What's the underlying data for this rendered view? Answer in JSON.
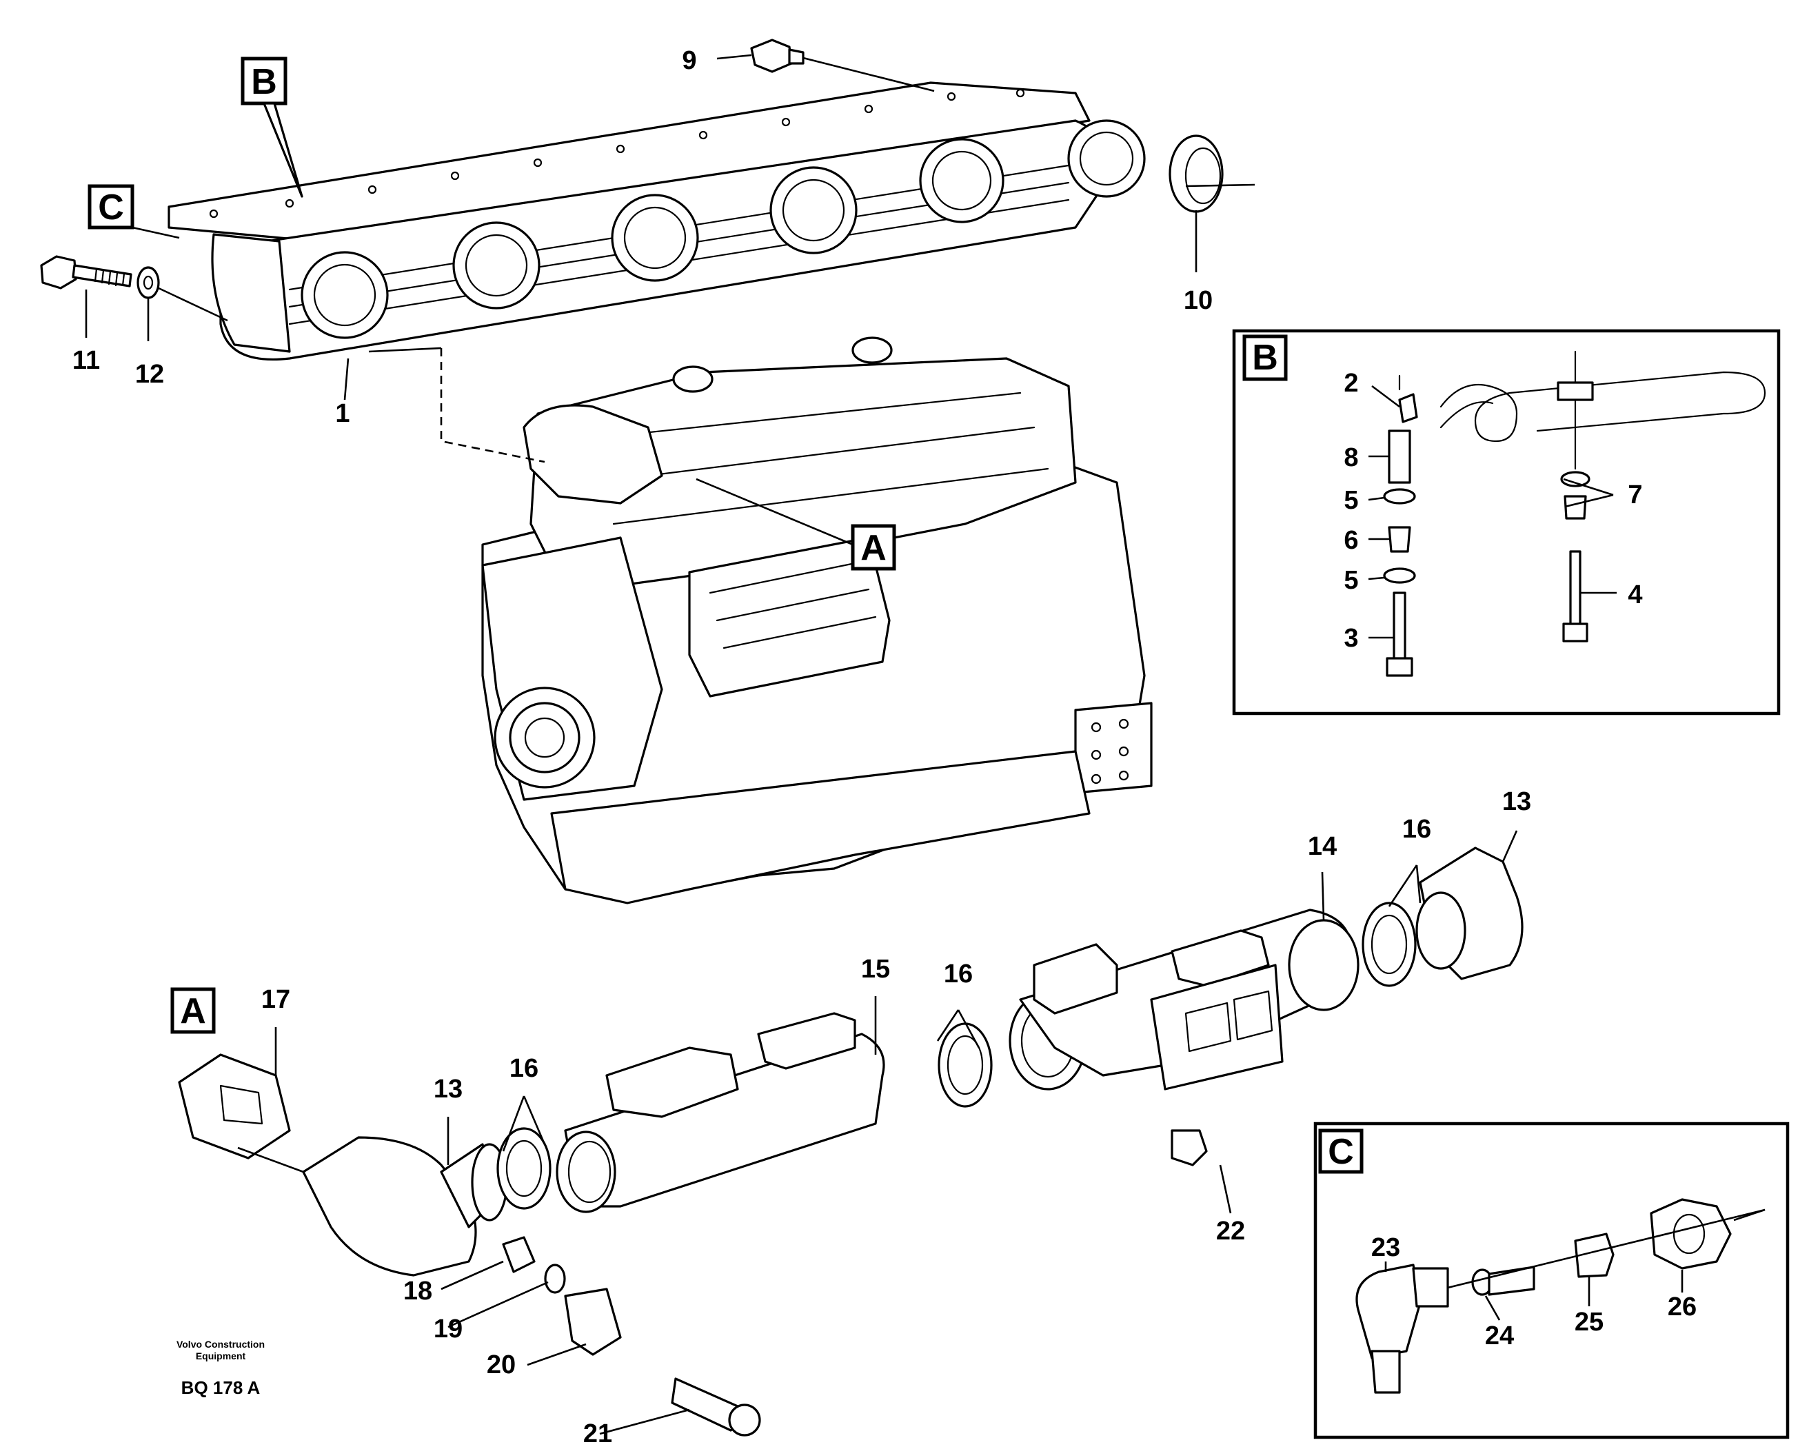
{
  "figure": {
    "footer_company": "Volvo Construction\nEquipment",
    "footer_company_line1": "Volvo Construction",
    "footer_company_line2": "Equipment",
    "figure_code": "BQ 178 A"
  },
  "detail_tags": {
    "A": "A",
    "B": "B",
    "C": "C"
  },
  "callouts": {
    "c1": "1",
    "c2": "2",
    "c3": "3",
    "c4": "4",
    "c5a": "5",
    "c5b": "5",
    "c6": "6",
    "c7": "7",
    "c8": "8",
    "c9": "9",
    "c10": "10",
    "c11": "11",
    "c12": "12",
    "c13a": "13",
    "c13b": "13",
    "c14": "14",
    "c15": "15",
    "c16a": "16",
    "c16b": "16",
    "c16c": "16",
    "c17": "17",
    "c18": "18",
    "c19": "19",
    "c20": "20",
    "c21": "21",
    "c22": "22",
    "c23": "23",
    "c24": "24",
    "c25": "25",
    "c26": "26"
  },
  "icons": {
    "engine": "engine-block-icon",
    "intake_manifold": "intake-manifold-icon",
    "exhaust_manifold": "exhaust-manifold-icon"
  }
}
